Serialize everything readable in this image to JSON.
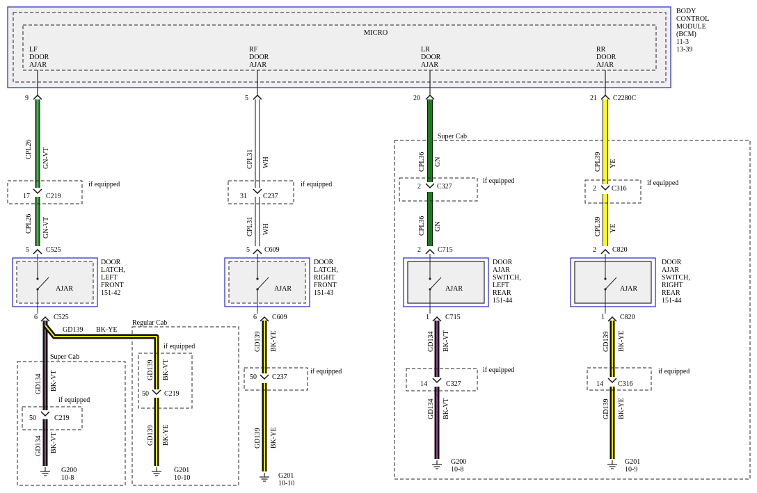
{
  "bcm": {
    "title_lines": [
      "BODY",
      "CONTROL",
      "MODULE",
      "(BCM)",
      "11-3",
      "13-39"
    ],
    "micro_label": "MICRO",
    "inputs": [
      {
        "lines": [
          "LF",
          "DOOR",
          "AJAR"
        ]
      },
      {
        "lines": [
          "RF",
          "DOOR",
          "AJAR"
        ]
      },
      {
        "lines": [
          "LR",
          "DOOR",
          "AJAR"
        ]
      },
      {
        "lines": [
          "RR",
          "DOOR",
          "AJAR"
        ]
      }
    ]
  },
  "wire_colors": {
    "GN-VT": "#2e7d32",
    "WH": "#ffffff",
    "GN": "#1e7a1e",
    "YE": "#ffff00",
    "BK-VT": "#a0459a",
    "BK-YE": "#f2e600",
    "BK": "#111111"
  },
  "notes": {
    "if_equipped": "if equipped"
  },
  "regions": {
    "super_cab": "Super Cab",
    "regular_cab": "Regular Cab"
  },
  "circuits": {
    "lf": {
      "pin_bcm": "9",
      "wire1": {
        "circuit": "CPL26",
        "color": "GN-VT"
      },
      "conn1": {
        "pin": "17",
        "name": "C219"
      },
      "wire2": {
        "circuit": "CPL26",
        "color": "GN-VT"
      },
      "conn2": {
        "pin": "5",
        "name": "C525"
      },
      "switch_label": "AJAR",
      "component_lines": [
        "DOOR",
        "LATCH,",
        "LEFT",
        "FRONT",
        "151-42"
      ],
      "conn3": {
        "pin": "6",
        "name": "C525"
      },
      "branch": {
        "circuit": "GD139",
        "color": "BK-YE"
      },
      "sc_wire1": {
        "circuit": "GD134",
        "color": "BK-VT"
      },
      "sc_conn": {
        "pin": "50",
        "name": "C219"
      },
      "sc_wire2": {
        "circuit": "GD134",
        "color": "BK-VT"
      },
      "sc_ground": {
        "name": "G200",
        "ref": "10-8"
      },
      "rc_wire1": {
        "circuit": "GD139",
        "color": "BK-VT"
      },
      "rc_conn": {
        "pin": "50",
        "name": "C219"
      },
      "rc_wire2": {
        "circuit": "GD139",
        "color": "BK-YE"
      },
      "rc_ground": {
        "name": "G201",
        "ref": "10-10"
      }
    },
    "rf": {
      "pin_bcm": "5",
      "wire1": {
        "circuit": "CPL31",
        "color": "WH"
      },
      "conn1": {
        "pin": "31",
        "name": "C237"
      },
      "wire2": {
        "circuit": "CPL31",
        "color": "WH"
      },
      "conn2": {
        "pin": "5",
        "name": "C609"
      },
      "switch_label": "AJAR",
      "component_lines": [
        "DOOR",
        "LATCH,",
        "RIGHT",
        "FRONT",
        "151-43"
      ],
      "conn3": {
        "pin": "6",
        "name": "C609"
      },
      "wire3": {
        "circuit": "GD139",
        "color": "BK-YE"
      },
      "conn4": {
        "pin": "50",
        "name": "C237"
      },
      "wire4": {
        "circuit": "GD139",
        "color": "BK-YE"
      },
      "ground": {
        "name": "G201",
        "ref": "10-10"
      }
    },
    "lr": {
      "pin_bcm": "20",
      "wire1": {
        "circuit": "CPL36",
        "color": "GN"
      },
      "conn1": {
        "pin": "2",
        "name": "C327"
      },
      "wire2": {
        "circuit": "CPL36",
        "color": "GN"
      },
      "conn2": {
        "pin": "2",
        "name": "C715"
      },
      "switch_label": "AJAR",
      "component_lines": [
        "DOOR",
        "AJAR",
        "SWITCH,",
        "LEFT",
        "REAR",
        "151-44"
      ],
      "conn3": {
        "pin": "1",
        "name": "C715"
      },
      "wire3": {
        "circuit": "GD134",
        "color": "BK-VT"
      },
      "conn4": {
        "pin": "14",
        "name": "C327"
      },
      "wire4": {
        "circuit": "GD134",
        "color": "BK-VT"
      },
      "ground": {
        "name": "G200",
        "ref": "10-8"
      }
    },
    "rr": {
      "pin_bcm": "21",
      "bcm_conn": "C2280C",
      "wire1": {
        "circuit": "CPL39",
        "color": "YE"
      },
      "conn1": {
        "pin": "2",
        "name": "C316"
      },
      "wire2": {
        "circuit": "CPL39",
        "color": "YE"
      },
      "conn2": {
        "pin": "2",
        "name": "C820"
      },
      "switch_label": "AJAR",
      "component_lines": [
        "DOOR",
        "AJAR",
        "SWITCH,",
        "RIGHT",
        "REAR",
        "151-44"
      ],
      "conn3": {
        "pin": "1",
        "name": "C820"
      },
      "wire3": {
        "circuit": "GD139",
        "color": "BK-YE"
      },
      "conn4": {
        "pin": "14",
        "name": "C316"
      },
      "wire4": {
        "circuit": "GD139",
        "color": "BK-YE"
      },
      "ground": {
        "name": "G201",
        "ref": "10-9"
      }
    }
  }
}
